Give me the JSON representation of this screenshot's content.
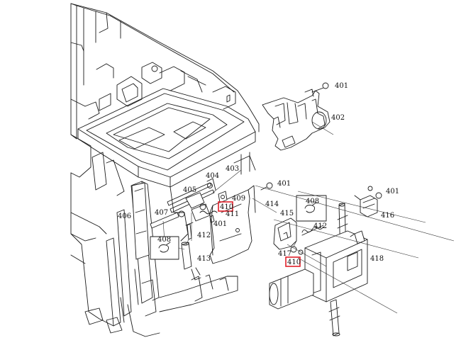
{
  "labels": {
    "p401": "401",
    "p402": "402",
    "p403": "403",
    "p404": "404",
    "p405": "405",
    "p406": "406",
    "p407": "407",
    "p408": "408",
    "p409": "409",
    "p410": "410",
    "p411": "411",
    "p412": "412",
    "p413": "413",
    "p414": "414",
    "p415": "415",
    "p416": "416",
    "p417": "417",
    "p418": "418"
  },
  "highlight_color": "#e0202a"
}
